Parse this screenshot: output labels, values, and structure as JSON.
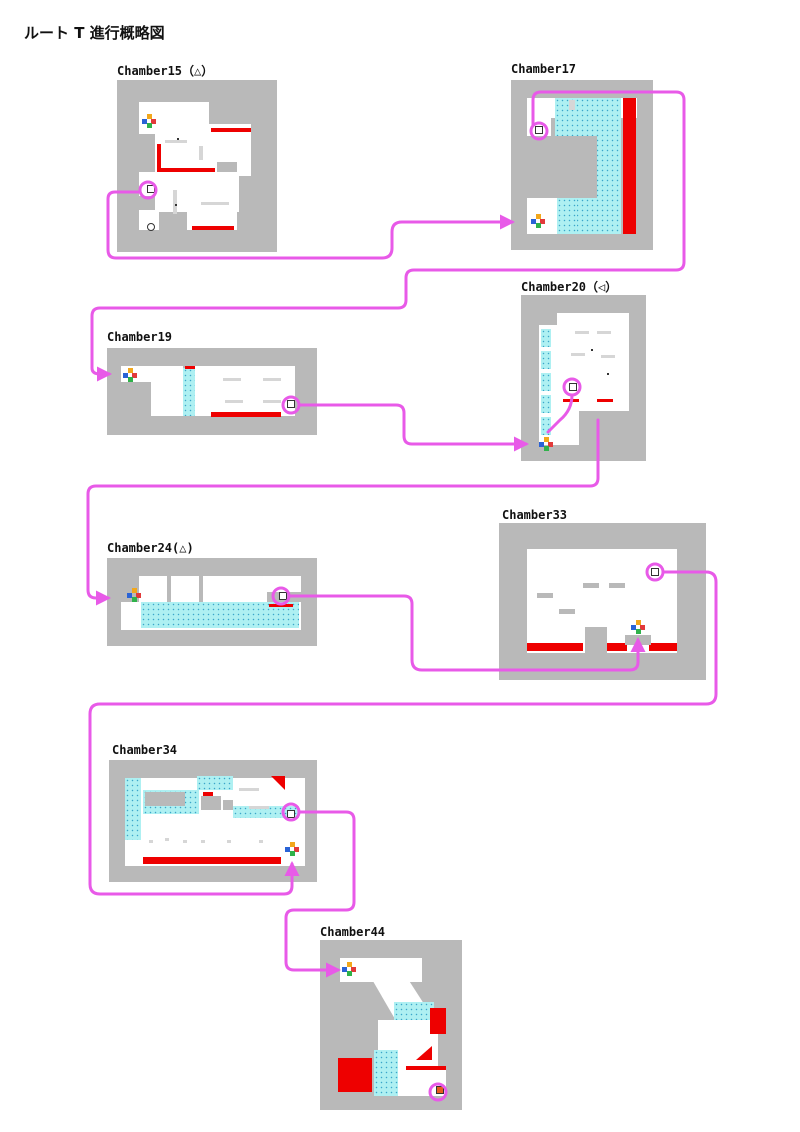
{
  "title": "ルート T 進行概略図",
  "chambers": [
    {
      "id": "15",
      "label": "Chamber15（△）"
    },
    {
      "id": "17",
      "label": "Chamber17"
    },
    {
      "id": "19",
      "label": "Chamber19"
    },
    {
      "id": "20",
      "label": "Chamber20（◁）"
    },
    {
      "id": "24",
      "label": "Chamber24(△)"
    },
    {
      "id": "33",
      "label": "Chamber33"
    },
    {
      "id": "34",
      "label": "Chamber34"
    },
    {
      "id": "44",
      "label": "Chamber44"
    }
  ],
  "colors": {
    "route": "#e85ae8",
    "wall": "#b9b9b9",
    "floor": "#ffffff",
    "hazard": "#ee0000",
    "water": "#aef0f2"
  }
}
